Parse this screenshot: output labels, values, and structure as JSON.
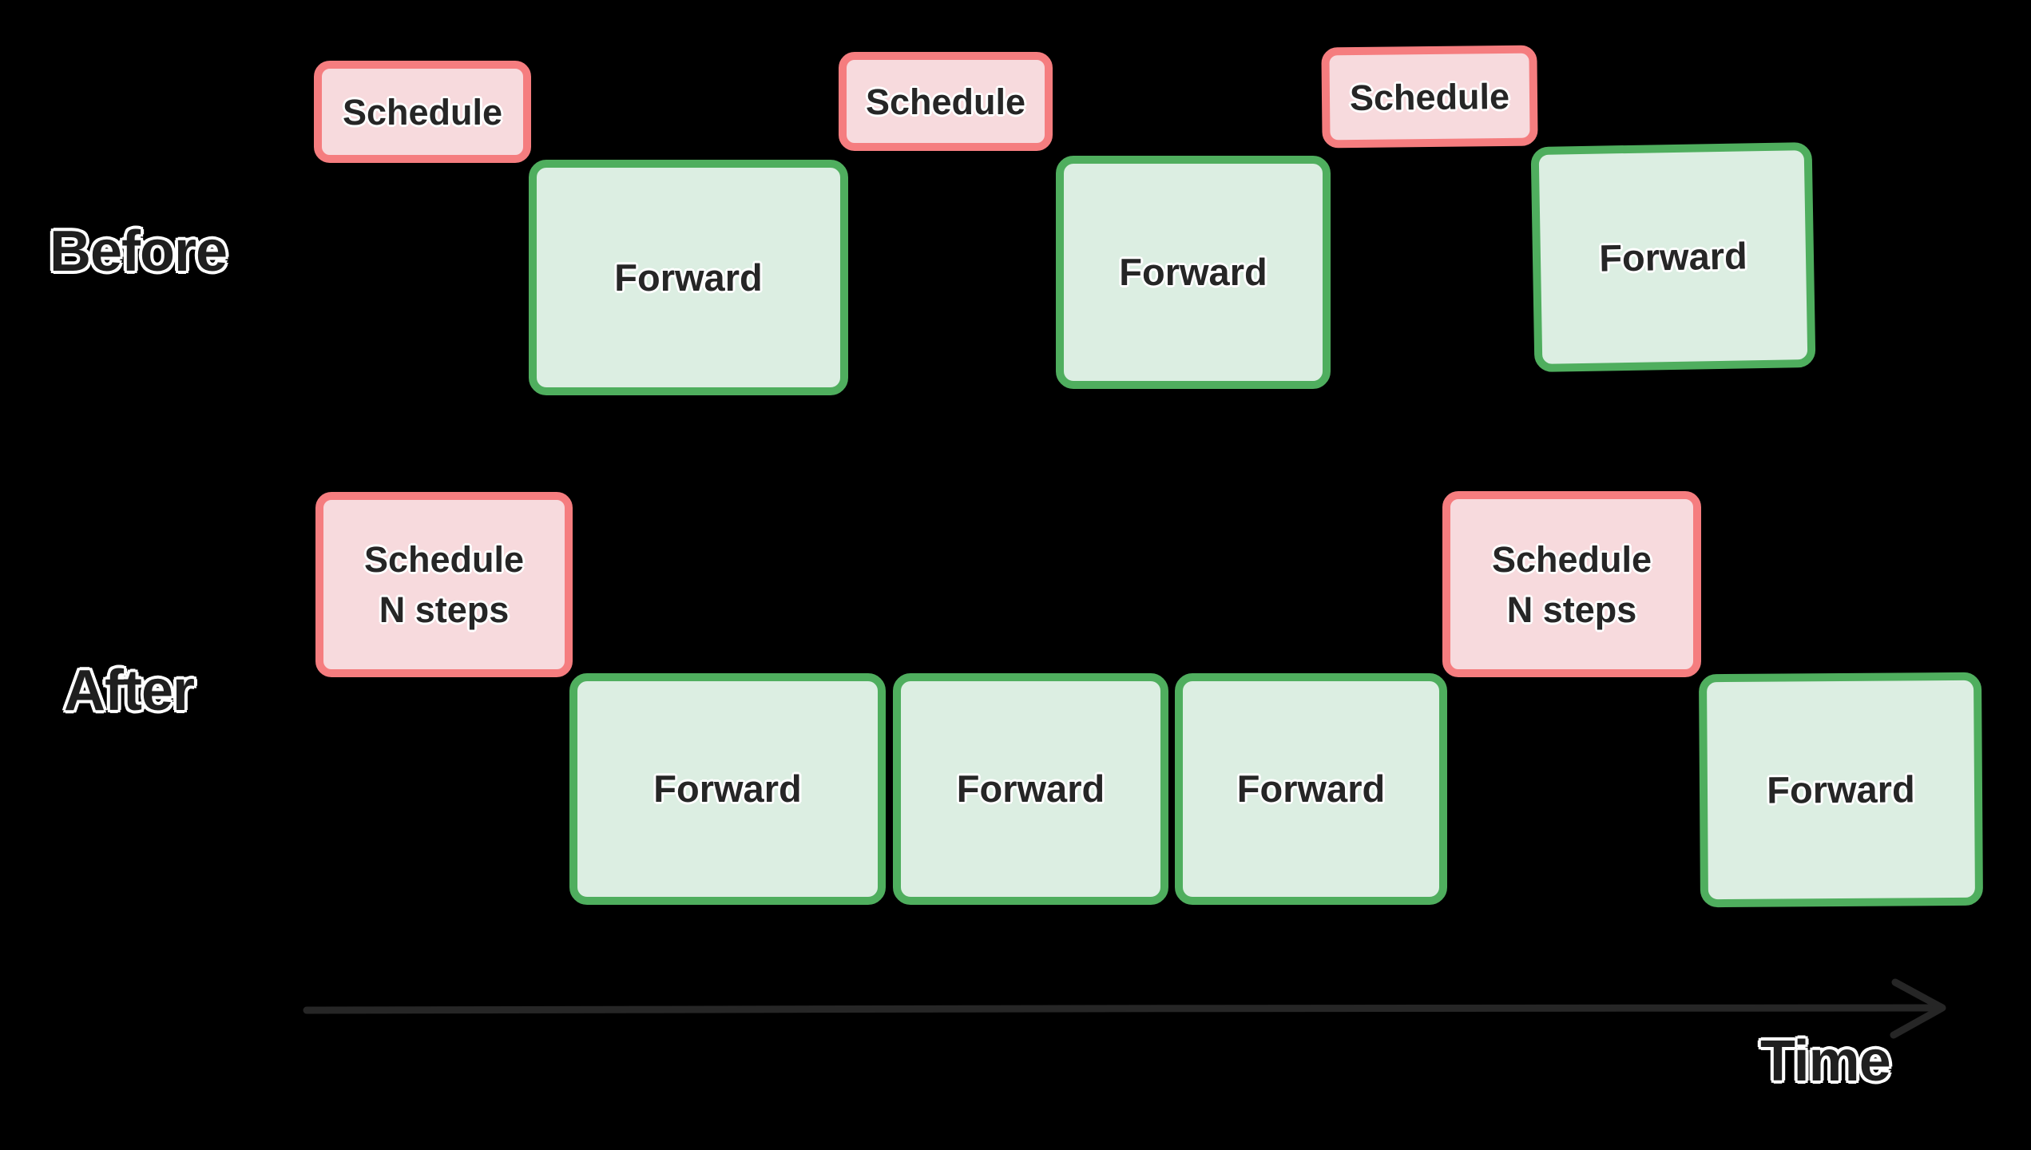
{
  "colors": {
    "background": "#000000",
    "schedule_border": "#f57d7f",
    "schedule_fill": "#f7dadd",
    "forward_border": "#4fae5e",
    "forward_fill": "#dceee2",
    "box_text": "#262626",
    "label_text": "#1f1f1f",
    "label_outline": "#ffffff",
    "arrow": "#262626"
  },
  "rows": {
    "before": {
      "label": "Before",
      "boxes": [
        {
          "type": "schedule",
          "label": "Schedule"
        },
        {
          "type": "forward",
          "label": "Forward"
        },
        {
          "type": "schedule",
          "label": "Schedule"
        },
        {
          "type": "forward",
          "label": "Forward"
        },
        {
          "type": "schedule",
          "label": "Schedule"
        },
        {
          "type": "forward",
          "label": "Forward"
        }
      ]
    },
    "after": {
      "label": "After",
      "boxes": [
        {
          "type": "schedule",
          "label": "Schedule\nN steps"
        },
        {
          "type": "forward",
          "label": "Forward"
        },
        {
          "type": "forward",
          "label": "Forward"
        },
        {
          "type": "forward",
          "label": "Forward"
        },
        {
          "type": "schedule",
          "label": "Schedule\nN steps"
        },
        {
          "type": "forward",
          "label": "Forward"
        }
      ]
    }
  },
  "axis": {
    "label": "Time"
  }
}
